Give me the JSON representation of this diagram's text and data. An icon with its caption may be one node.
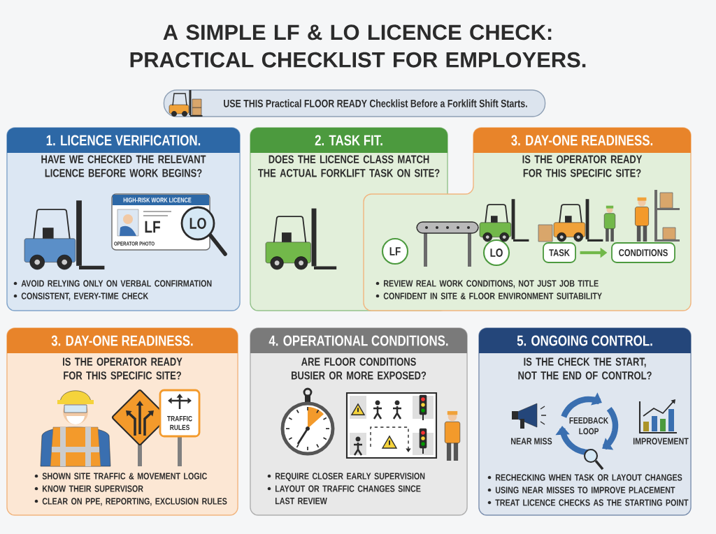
{
  "diagram": {
    "title": "A SIMPLE LF & LO LICENCE CHECK: PRACTICAL CHECKLIST FOR EMPLOYERS.",
    "nodes": [
      {
        "text": [
          "USE THIS Practical FLOOR READY Checklist Before a Forklift Shift Starts."
        ]
      },
      {
        "text": [
          "1. LICENCE VERIFICATION.",
          "HAVE WE CHECKED THE RELEVANT LICENCE BEFORE WORK BEGINS?",
          "AVOID RELYING ONLY ON VERBAL CONFIRMATION",
          "CONSISTENT, EVERY-TIME CHECK"
        ]
      },
      {
        "text": [
          "HIGH-RISK WORK LICENCE",
          "LF",
          "LO",
          "OPERATOR PHOTO"
        ],
        "in": 1
      },
      {
        "text": [
          "2. TASK FIT.",
          "DOES THE LICENCE CLASS MATCH THE ACTUAL FORKLIFT TASK ON SITE?"
        ]
      },
      {
        "text": [
          "3. DAY-ONE READINESS.",
          "IS THE OPERATOR READY FOR THIS SPECIFIC SITE?",
          "REVIEW REAL WORK CONDITIONS, NOT JUST JOB TITLE",
          "CONFIDENT IN SITE & FLOOR ENVIRONMENT SUITABILITY"
        ]
      },
      {
        "text": [
          "LF"
        ]
      },
      {
        "text": [
          "LO"
        ],
        "in": 4
      },
      {
        "text": [
          "TASK"
        ],
        "in": 4
      },
      {
        "text": [
          "CONDITIONS"
        ],
        "in": 4
      },
      {
        "text": [
          "3. DAY-ONE READINESS.",
          "IS THE OPERATOR READY FOR THIS SPECIFIC SITE?",
          "SHOWN SITE TRAFFIC & MOVEMENT LOGIC",
          "KNOW THEIR SUPERVISOR",
          "CLEAR ON PPE, REPORTING, EXCLUSION RULES"
        ]
      },
      {
        "text": [
          "TRAFFIC RULES"
        ],
        "in": 9
      },
      {
        "text": [
          "4. OPERATIONAL CONDITIONS.",
          "ARE FLOOR CONDITIONS BUSIER OR MORE EXPOSED?",
          "REQUIRE CLOSER EARLY SUPERVISION",
          "LAYOUT OR TRAFFIC CHANGES SINCE LAST REVIEW"
        ]
      },
      {
        "text": [
          "5. ONGOING CONTROL.",
          "IS THE CHECK THE START, NOT THE END OF CONTROL?",
          "RECHECKING WHEN TASK OR LAYOUT CHANGES",
          "USING NEAR MISSES TO IMPROVE PLACEMENT",
          "TREAT LICENCE CHECKS AS THE STARTING POINT"
        ]
      },
      {
        "text": [
          "FEEDBACK LOOP"
        ],
        "in": 12
      }
    ],
    "edges": [
      {
        "from": 7,
        "to": 8,
        "arrow": "to"
      }
    ],
    "labels": [
      "NEAR MISS",
      "IMPROVEMENT"
    ]
  }
}
